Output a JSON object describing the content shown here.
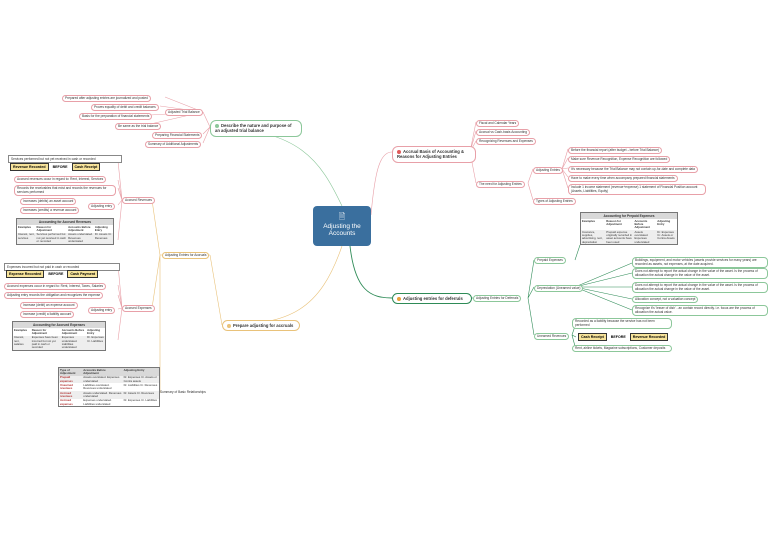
{
  "root": {
    "title": "Adjusting the Accounts"
  },
  "topics": {
    "describe": "Describe the nature and purpose of an adjusted trial balance",
    "accrual": "Accrual Basis of Accounting & Reasons for Adjusting Entries",
    "deferrals": "Adjusting entries for deferrals",
    "accruals": "Prepare adjusting for accruals"
  },
  "describe_nodes": {
    "adjusted_tb": "Adjusted Trial Balance",
    "prepared_after": "Prepared after adjusting entries are journalized and posted",
    "proves_equality": "Proves equality of debit and credit balances",
    "basis": "Basis for the preparation of financial statements",
    "be_same": "Be same as the trial balance",
    "preparing_fs": "Preparing Financial Statements",
    "summary_add": "Summary of Additional Adjustments"
  },
  "accrual_nodes": {
    "fiscal": "Fiscal and Calendar Years",
    "accrual_vs_cash": "Accrual vs Cash-basis Accounting",
    "recognizing": "Recognizing Revenues and Expenses",
    "need": "The need for Adjusting Entries",
    "adj_entries": "Adjusting Entries",
    "types": "Types of Adjusting Entries",
    "before_fs": "Before the financial report (after budget→before Trial Balance)",
    "make_sure": "Make sure Revenue Recognition, Expense Recognition are followed",
    "necessary": "It's necessary because the Trial Balance may not contain up-for-date and complete data",
    "have_to": "Have to make every time when accompany prepared financial statements",
    "include": "Include 1 income statement (revenue+expense) 1 statement of Financial Position account (Assets, Liabilities, Equity)"
  },
  "deferral_nodes": {
    "for_deferrals": "Adjusting Entries for Deferrals",
    "prepaid": "Prepaid Expenses",
    "depreciation": "Depreciation (Unearned value)",
    "unearned": "Unearned Revenues",
    "prep_note1": "Buildings, equipment, and motor vehicles (assets provide services for many years) are recorded as assets, not expenses, at the date acquired.",
    "prep_note2": "Does not attempt to report the actual change in the value of the asset. Is the process of allocation the actual change in the value of the asset.",
    "dep_note1": "Does not attempt to report the actual change in the value of the asset. Is the process of allocation the actual change in the value of the asset.",
    "dep_note2": "Allocation concept, not a valuation concept",
    "dep_note3": "Recognize it's 'lesser of dish' - an contain record directly. i.e. focus are the process of allocation the actual value.",
    "unearned_note1": "Recorded as a liability because the service has not been performed",
    "unearned_note2": "Rent, airline tickets, Magazine subscriptions, Customer deposits",
    "cash_receipt": "Cash Receipt",
    "before": "BEFORE",
    "revenue_recorded": "Revenue Recorded"
  },
  "prepaid_table": {
    "title": "Accounting for Prepaid Expenses",
    "headers": [
      "Examples",
      "Reason for Adjustment",
      "Accounts Before Adjustment",
      "Adjusting Entry"
    ],
    "row": [
      "Insurance, supplies, advertising, rent, depreciation",
      "Prepaid expense originally recorded in asset accounts have been used",
      "Assets overstated. Expenses understated",
      "Dr. Expenses Cr. Assets or Contra Assets"
    ]
  },
  "accruals_nodes": {
    "accrued_revenues": "Accrued Revenues",
    "accrued_expenses": "Accrued Expenses",
    "entries_for_accruals": "Adjusting Entries for Accruals",
    "summary_basic": "Summary of Basic Relationships",
    "rev_top": "Services performed but not yet received in cash or recorded",
    "revenue_recorded": "Revenue Recorded",
    "before": "BEFORE",
    "cash_receipt": "Cash Receipt",
    "rev_ex": "Accrued revenues occur in regard to: Rent, Interest, Services",
    "rev_reason": "Records the receivables that exist and records the revenues for services performed",
    "rev_inc_dr": "Increases (debits) an asset account",
    "rev_inc_cr": "Increases (credits) a revenue account",
    "adj_entry": "Adjusting entry",
    "exp_top": "Expenses incurred but not paid in cash or recorded",
    "expense_recorded": "Expense Recorded",
    "cash_payment": "Cash Payment",
    "exp_ex": "Accrued expenses occur in regard to: Rent, Interest, Taxes, Salaries",
    "exp_reason": "Adjusting entry records the obligation and recognizes the expense",
    "exp_inc_dr": "Increase (debit) an expense account",
    "exp_inc_cr": "Increase (credit) a liability account"
  },
  "accrued_rev_table": {
    "title": "Accounting for Accrued Revenues",
    "headers": [
      "Examples",
      "Reason for Adjustment",
      "Accounts Before Adjustment",
      "Adjusting Entry"
    ],
    "row": [
      "Interest, rent, services",
      "Services performed but not yet received in cash or recorded",
      "Assets understated. Revenues understated",
      "Dr. Assets Cr. Revenues"
    ]
  },
  "accrued_exp_table": {
    "title": "Accounting for Accrued Expenses",
    "headers": [
      "Examples",
      "Reason for Adjustment",
      "Accounts Before Adjustment",
      "Adjusting Entry"
    ],
    "row": [
      "Interest, rent, salaries",
      "Expenses have been incurred but not yet paid in cash or recorded",
      "Expenses understated. Liabilities understated",
      "Dr. Expenses Cr. Liabilities"
    ]
  },
  "summary_table": {
    "headers": [
      "Type of Adjustment",
      "Accounts Before Adjustment",
      "Adjusting Entry"
    ],
    "rows": [
      [
        "Prepaid expenses",
        "Assets overstated. Expenses understated",
        "Dr. Expenses Cr. Assets or Contra assets"
      ],
      [
        "Unearned revenues",
        "Liabilities overstated. Revenues understated",
        "Dr. Liabilities Cr. Revenues"
      ],
      [
        "Accrued revenues",
        "Assets understated. Revenues understated",
        "Dr. Assets Cr. Revenues"
      ],
      [
        "Accrued expenses",
        "Expenses understated. Liabilities understated",
        "Dr. Expenses Cr. Liabilities"
      ]
    ]
  },
  "colors": {
    "root": "#3a6f9e",
    "red": "#e8a0a8",
    "green": "#8cc79a",
    "orange": "#e9c27a",
    "table_header": "#d9d9d9"
  }
}
